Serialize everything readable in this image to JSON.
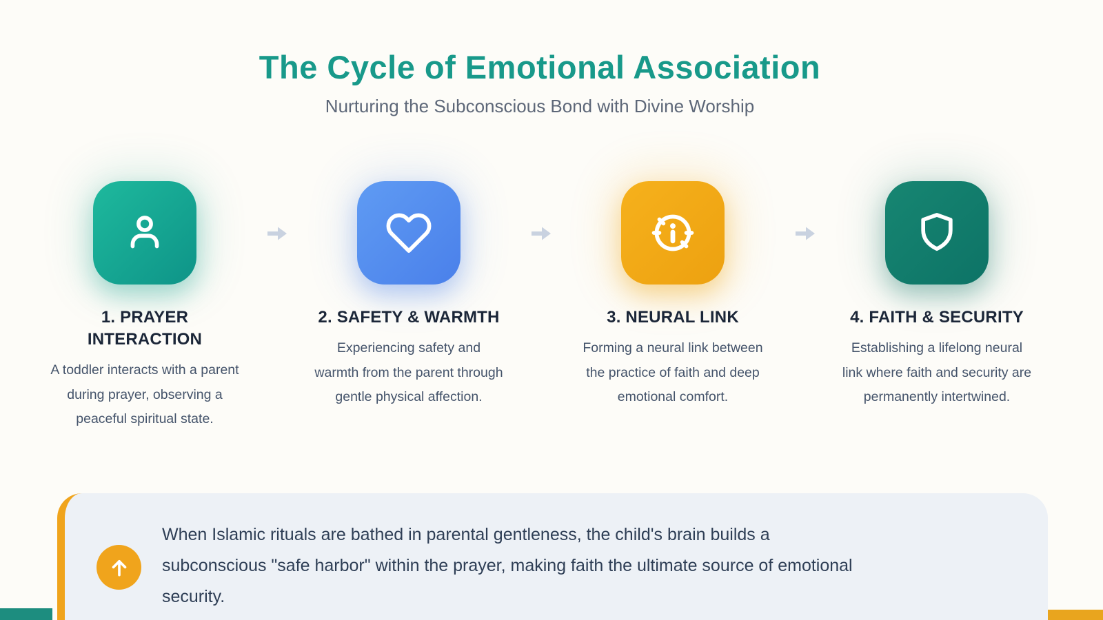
{
  "header": {
    "title": "The Cycle of Emotional Association",
    "subtitle": "Nurturing the Subconscious Bond with Divine Worship"
  },
  "steps": [
    {
      "icon": "person-icon",
      "title_lines": [
        "1. PRAYER",
        "INTERACTION"
      ],
      "description_lines": [
        "A toddler interacts with a parent",
        "during prayer, observing a",
        "peaceful spiritual state."
      ],
      "tile_color_start": "#1eb99d",
      "tile_color_end": "#0e9488"
    },
    {
      "icon": "heart-icon",
      "title_lines": [
        "2. SAFETY & WARMTH"
      ],
      "description_lines": [
        "Experiencing safety and",
        "warmth from the parent through",
        "gentle physical affection."
      ],
      "tile_color_start": "#5f9bf3",
      "tile_color_end": "#4a80ea"
    },
    {
      "icon": "gauge-icon",
      "title_lines": [
        "3. NEURAL LINK"
      ],
      "description_lines": [
        "Forming a neural link between",
        "the practice of faith and deep",
        "emotional comfort."
      ],
      "tile_color_start": "#f6b11c",
      "tile_color_end": "#eda110"
    },
    {
      "icon": "shield-icon",
      "title_lines": [
        "4. FAITH & SECURITY"
      ],
      "description_lines": [
        "Establishing a lifelong neural",
        "link where faith and security are",
        "permanently intertwined."
      ],
      "tile_color_start": "#178672",
      "tile_color_end": "#0d7366"
    }
  ],
  "callout": {
    "icon": "arrow-up-icon",
    "text_lines": [
      "When Islamic rituals are bathed in parental gentleness, the child's brain builds a",
      "subconscious \"safe harbor\" within the prayer, making faith the ultimate source of emotional",
      "security."
    ],
    "accent_color": "#f0a41c",
    "background_color": "#edf1f6"
  },
  "decorations": {
    "bottom_left_bar_color": "#1d8d7f",
    "bottom_right_bar_color": "#e9a51e"
  },
  "colors": {
    "title": "#18998a",
    "subtitle": "#5d6778",
    "step_title": "#1b2638",
    "step_description": "#44536a",
    "arrow": "#c9d2e0",
    "background": "#fdfcf8"
  }
}
